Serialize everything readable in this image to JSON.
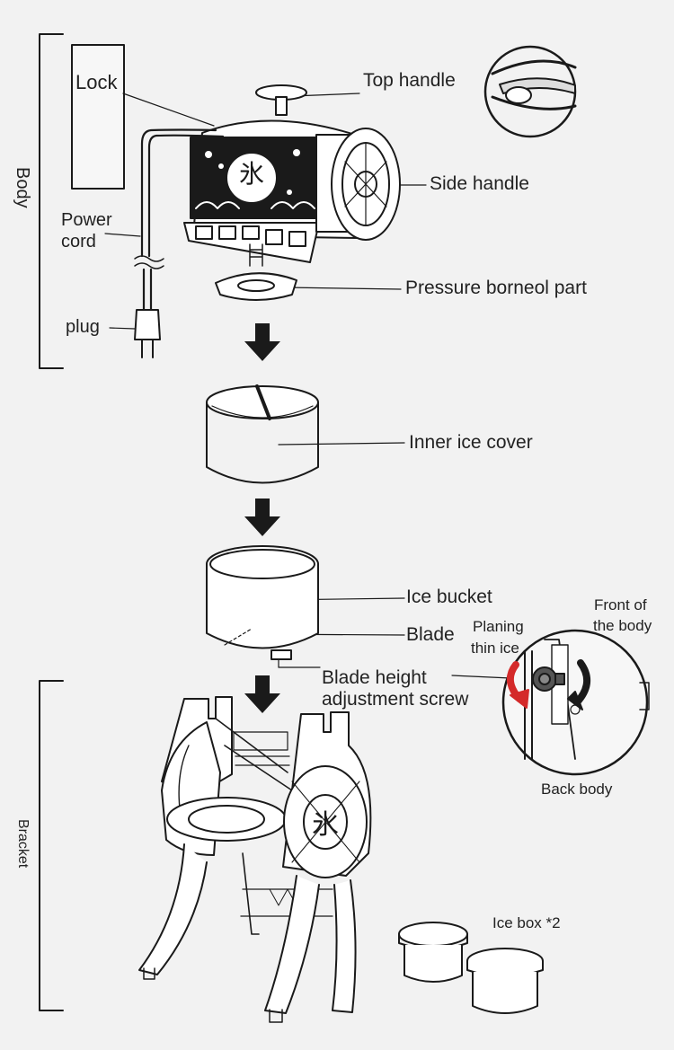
{
  "sections": {
    "body": "Body",
    "bracket": "Bracket"
  },
  "labels": {
    "lock": "Lock",
    "top_handle": "Top handle",
    "side_handle": "Side handle",
    "power_cord_1": "Power",
    "power_cord_2": "cord",
    "plug": "plug",
    "pressure": "Pressure borneol part",
    "inner_cover": "Inner ice cover",
    "ice_bucket": "Ice bucket",
    "blade": "Blade",
    "blade_screw_1": "Blade height",
    "blade_screw_2": "adjustment screw",
    "planing_1": "Planing",
    "planing_2": "thin ice",
    "front_1": "Front of",
    "front_2": "the body",
    "back_body": "Back body",
    "ice_box": "Ice box *2"
  },
  "emblem_glyph": "氷",
  "colors": {
    "line": "#1a1a1a",
    "accent": "#d42a2a",
    "background": "#f2f2f2"
  }
}
